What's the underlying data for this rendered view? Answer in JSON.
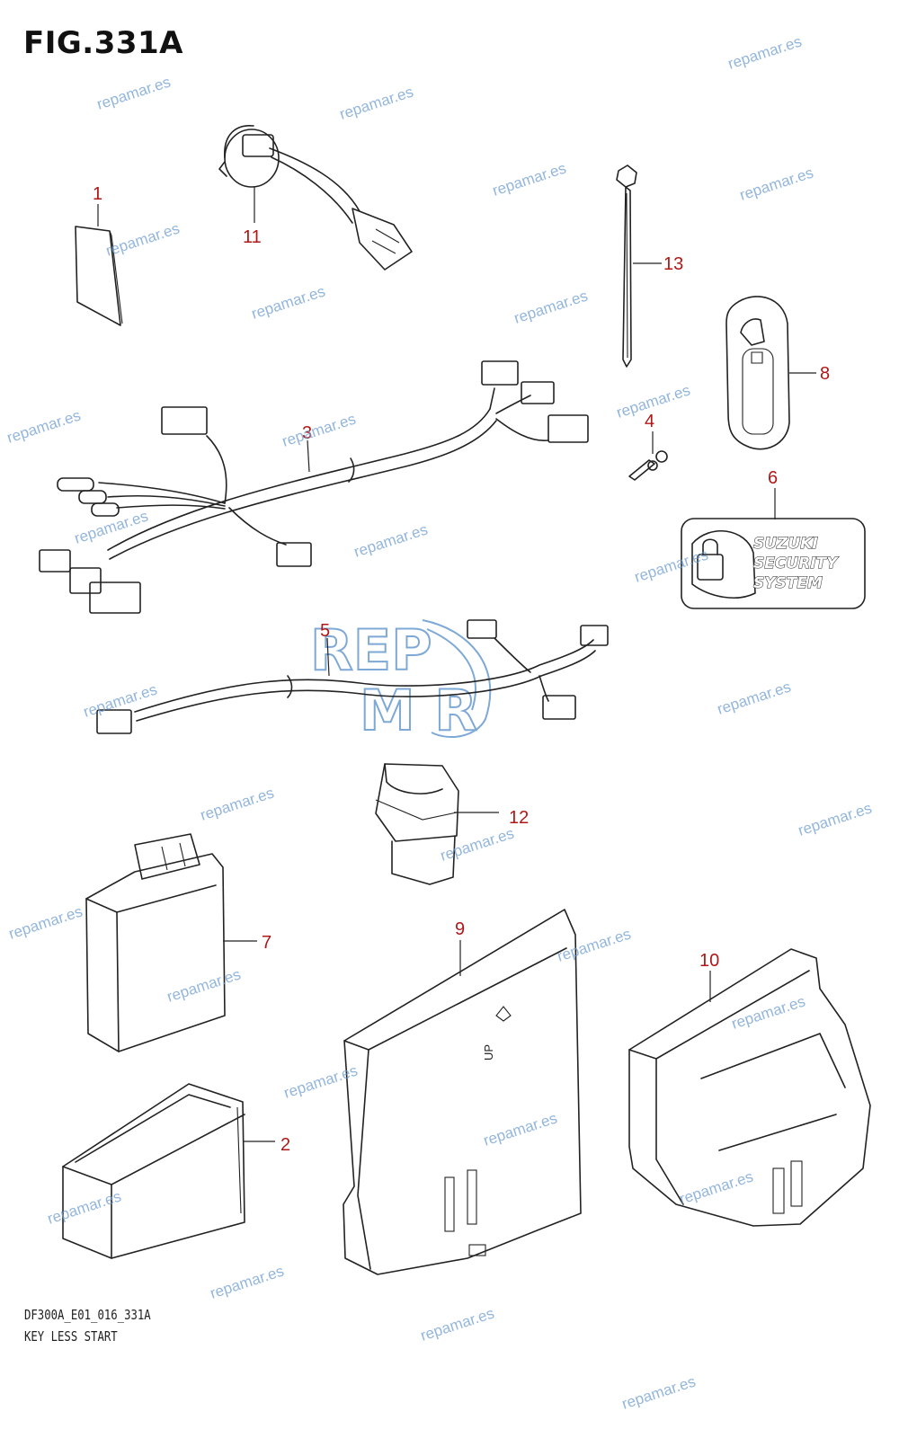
{
  "figure": {
    "title": "FIG.331A"
  },
  "callouts": [
    {
      "id": "1",
      "label": "1"
    },
    {
      "id": "11",
      "label": "11"
    },
    {
      "id": "13",
      "label": "13"
    },
    {
      "id": "8",
      "label": "8"
    },
    {
      "id": "3",
      "label": "3"
    },
    {
      "id": "4",
      "label": "4"
    },
    {
      "id": "6",
      "label": "6"
    },
    {
      "id": "5",
      "label": "5"
    },
    {
      "id": "12",
      "label": "12"
    },
    {
      "id": "7",
      "label": "7"
    },
    {
      "id": "9",
      "label": "9"
    },
    {
      "id": "10",
      "label": "10"
    },
    {
      "id": "2",
      "label": "2"
    }
  ],
  "badge": {
    "line1": "SUZUKI",
    "line2": "SECURITY",
    "line3": "SYSTEM"
  },
  "ecu_mark": {
    "arrow_text": "UP"
  },
  "logo": {
    "top": "REP",
    "bottom": "M R"
  },
  "watermark": {
    "text": "repamar.es"
  },
  "footer": {
    "code": "DF300A_E01_016_331A",
    "name": "KEY LESS START"
  },
  "colors": {
    "callout": "#b01818",
    "watermark": "#6f9ed0",
    "line": "#222222"
  }
}
